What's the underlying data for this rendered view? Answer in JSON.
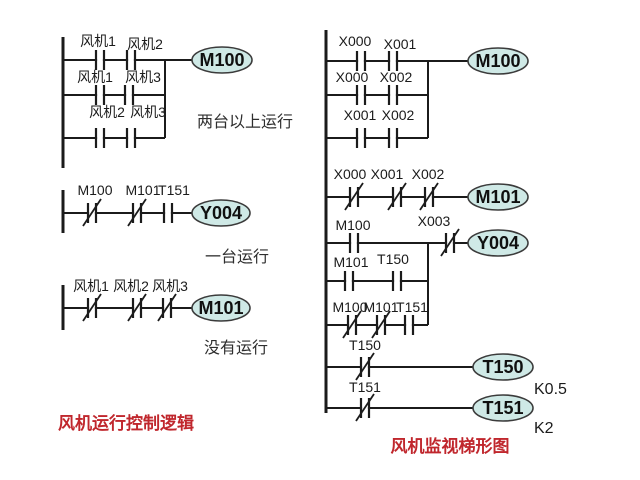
{
  "colors": {
    "line": "#1b1b1b",
    "coil_fill": "#cfe9e6",
    "coil_stroke": "#3b3b3b",
    "caption_red": "#c0272d"
  },
  "left": {
    "caption": "风机运行控制逻辑",
    "m100": {
      "coil": "M100",
      "note": "两台以上运行",
      "c1": "风机1",
      "c2": "风机2",
      "c3": "风机1",
      "c4": "风机3",
      "c5": "风机2",
      "c6": "风机3"
    },
    "y004": {
      "coil": "Y004",
      "note": "一台运行",
      "c1": "M100",
      "c2": "M101",
      "c3": "T151"
    },
    "m101": {
      "coil": "M101",
      "note": "没有运行",
      "c1": "风机1",
      "c2": "风机2",
      "c3": "风机3"
    }
  },
  "right": {
    "caption": "风机监视梯形图",
    "m100": {
      "coil": "M100",
      "c1": "X000",
      "c2": "X001",
      "c3": "X000",
      "c4": "X002",
      "c5": "X001",
      "c6": "X002"
    },
    "m101": {
      "coil": "M101",
      "c1": "X000",
      "c2": "X001",
      "c3": "X002"
    },
    "y004": {
      "coil": "Y004",
      "c1": "M100",
      "c2": "X003",
      "c3": "M101",
      "c4": "T150",
      "c5": "M100",
      "c6": "M101",
      "c7": "T151"
    },
    "t150": {
      "coil": "T150",
      "c1": "T150",
      "k": "K0.5"
    },
    "t151": {
      "coil": "T151",
      "c1": "T151",
      "k": "K2"
    }
  }
}
